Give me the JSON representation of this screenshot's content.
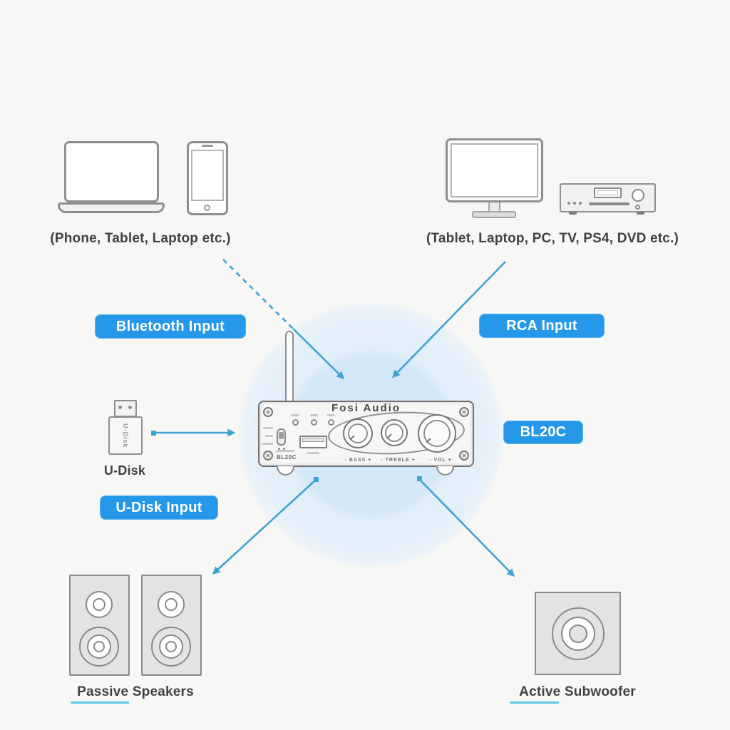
{
  "diagram": {
    "inputs": {
      "bluetooth": {
        "badge": "Bluetooth Input",
        "caption": "(Phone, Tablet, Laptop etc.)"
      },
      "rca": {
        "badge": "RCA Input",
        "caption": "(Tablet, Laptop, PC, TV, PS4, DVD etc.)"
      },
      "udisk": {
        "badge": "U-Disk Input",
        "caption": "U-Disk",
        "device_text": "U-Disk"
      }
    },
    "amplifier": {
      "brand": "Fosi Audio",
      "panel_model": "BL20C",
      "model_badge": "BL20C",
      "knob_labels": {
        "bass": "-  BASS  +",
        "treble": "-  TREBLE  +",
        "vol": "-  VOL  +"
      }
    },
    "outputs": {
      "passive_speakers": {
        "caption": "Passive Speakers"
      },
      "active_subwoofer": {
        "caption": "Active Subwoofer"
      }
    },
    "colors": {
      "badge_blue": "#2598e9",
      "arrow_blue": "#3fa3d3",
      "underline_cyan": "#5ec8e6",
      "glow_blue": "#d5e8f7"
    }
  }
}
